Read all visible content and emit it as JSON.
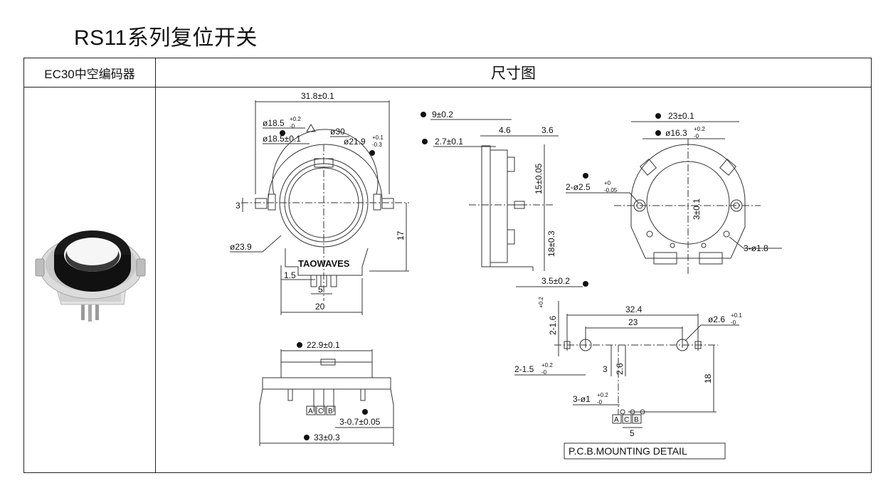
{
  "page_title": "RS11系列复位开关",
  "table": {
    "left_header": "EC30中空编码器",
    "right_header": "尺寸图"
  },
  "front_view": {
    "width_overall": "31.8±0.1",
    "d_18_5_tol": "ø18.5",
    "d_18_5_tol_sup": "+0.2",
    "d_18_5_tol_sub": "-0",
    "d_18_5": "ø18.5±0.1",
    "d_30": "ø30",
    "d_21_9": "ø21.9",
    "d_21_9_sup": "+0.1",
    "d_21_9_sub": "-0.3",
    "d_23_9": "ø23.9",
    "dim_3": "3",
    "dim_17": "17",
    "dim_1_5": "1.5",
    "dim_5": "5",
    "dim_20": "20",
    "brand": "TAOWAVES"
  },
  "side_view": {
    "d_9": "9±0.2",
    "d_2_7": "2.7±0.1",
    "d_4_6": "4.6",
    "d_3_6": "3.6",
    "d_15": "15±0.05",
    "d_18": "18±0.3",
    "d_3_5": "3.5±0.2"
  },
  "back_view": {
    "d_23": "23±0.1",
    "d_16_3": "ø16.3",
    "d_16_3_sup": "+0.2",
    "d_16_3_sub": "-0",
    "d_2_25": "2-ø2.5",
    "d_2_25_sup": "+0",
    "d_2_25_sub": "-0.05",
    "d_3": "3±0.1",
    "d_3_18": "3-ø1.8"
  },
  "bottom_view": {
    "d_22_9": "22.9±0.1",
    "d_3_07": "3-0.7±0.05",
    "d_33": "33±0.3",
    "pin_a": "A",
    "pin_c": "C",
    "pin_b": "B"
  },
  "pcb": {
    "d_2_16": "2-1.6",
    "d_2_16_sup": "+0.2",
    "d_2_16_sub": "-0",
    "d_32_4": "32.4",
    "d_23": "23",
    "d_2_6": "ø2.6",
    "d_2_6_sup": "+0.1",
    "d_2_6_sub": "-0",
    "d_2_15": "2-1.5",
    "d_2_15_sup": "+0.2",
    "d_2_15_sub": "-0",
    "d_3": "3",
    "d_2_6v": "2.6",
    "d_18": "18",
    "d_3_1": "3-ø1",
    "d_3_1_sup": "+0.2",
    "d_3_1_sub": "-0",
    "d_5": "5",
    "pin_a": "A",
    "pin_c": "C",
    "pin_b": "B",
    "caption": "P.C.B.MOUNTING DETAIL"
  }
}
